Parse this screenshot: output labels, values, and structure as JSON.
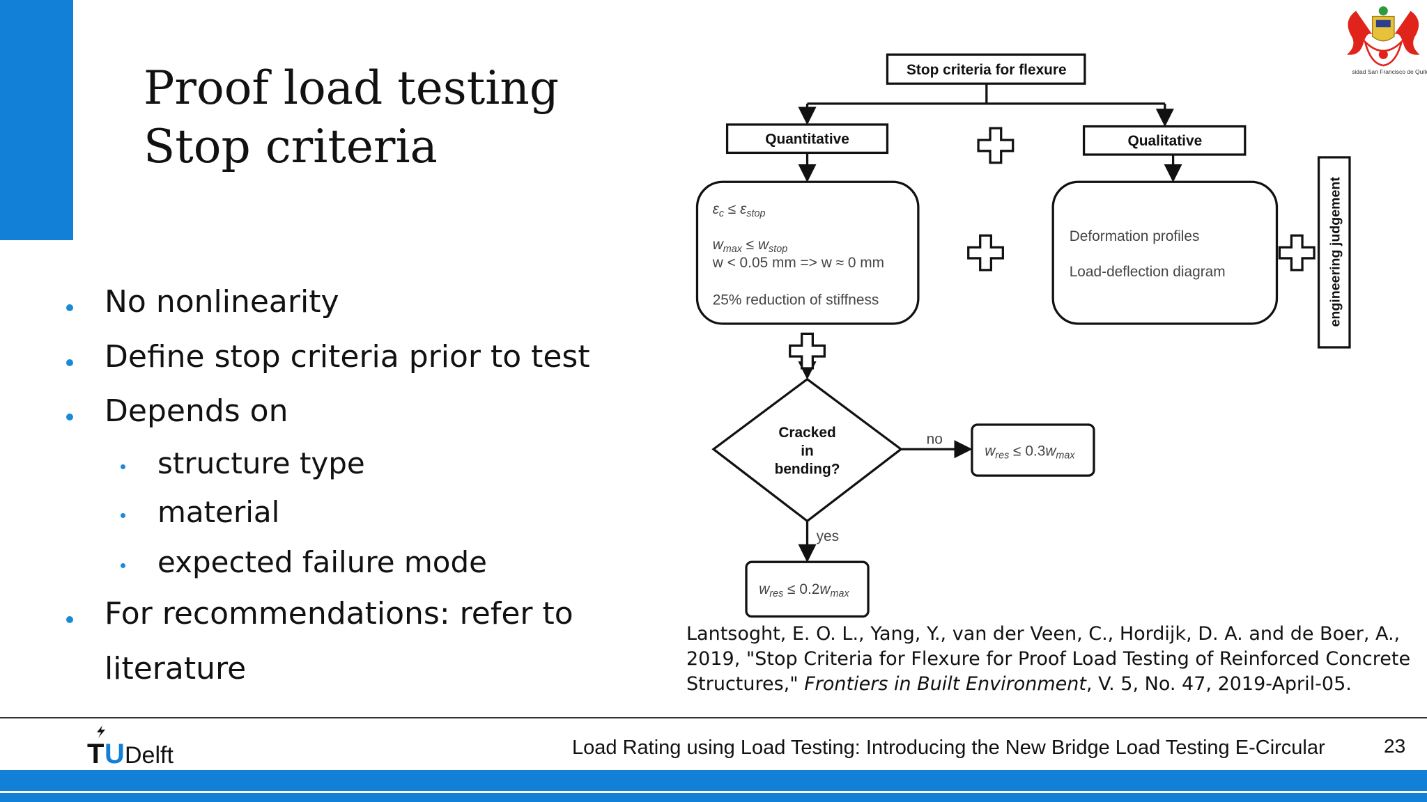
{
  "slide": {
    "title_line1": "Proof load testing",
    "title_line2": "Stop criteria",
    "bullets": [
      "No nonlinearity",
      "Define stop criteria prior to test",
      "Depends on",
      "For recommendations: refer to",
      "literature"
    ],
    "sub_bullets": [
      "structure type",
      "material",
      "expected failure mode"
    ],
    "citation_plain": "Lantsoght, E. O. L., Yang, Y., van der Veen, C., Hordijk, D. A. and de Boer, A., 2019, \"Stop Criteria for Flexure for Proof Load Testing of Reinforced Concrete Structures,\" ",
    "citation_journal": "Frontiers in Built Environment",
    "citation_tail": ", V. 5, No. 47, 2019-April-05."
  },
  "diagram": {
    "root": "Stop criteria for flexure",
    "quantitative": "Quantitative",
    "qualitative": "Qualitative",
    "eps_c": "ε",
    "eps_c_sub": "c",
    "leq": " ≤ ",
    "eps_stop": "ε",
    "stop_sub": "stop",
    "w": "w",
    "max_sub": "max",
    "w_rule": "w < 0.05 mm => w ≈ 0 mm",
    "stiffness": "25% reduction of stiffness",
    "deformation": "Deformation profiles",
    "load_deflection": "Load-deflection diagram",
    "engineering": "engineering judgement",
    "decision_l1": "Cracked",
    "decision_l2": "in",
    "decision_l3": "bending?",
    "no": "no",
    "yes": "yes",
    "res_sub": "res",
    "no_rule_coef": "0.3",
    "yes_rule_coef": "0.2"
  },
  "footer": {
    "logo": "TUDelft",
    "title": "Load Rating using Load Testing: Introducing the New Bridge Load Testing E-Circular",
    "page": "23"
  },
  "university_logo": "sidad San Francisco de Quito",
  "colors": {
    "accent": "#1380d8"
  }
}
